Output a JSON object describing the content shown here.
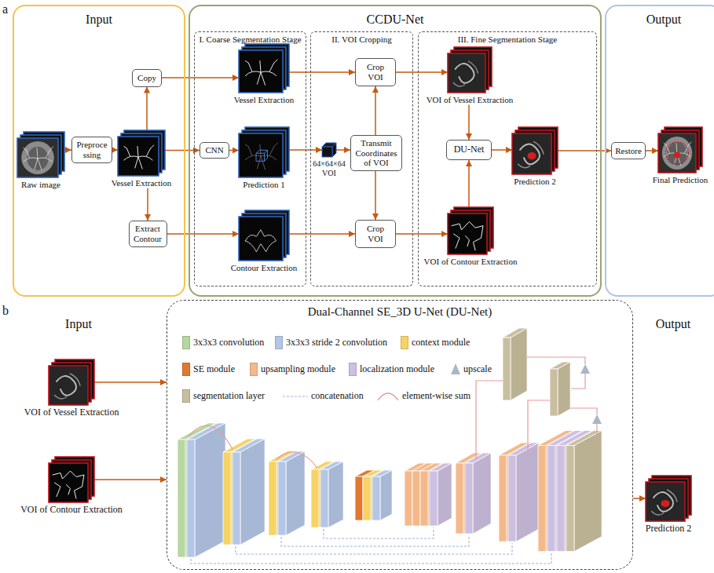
{
  "diagram": {
    "nodes": [
      {
        "text": [
          "Input"
        ]
      },
      {
        "text": [
          "CCDU-Net"
        ]
      },
      {
        "text": [
          "Output"
        ]
      },
      {
        "text": [
          "I. Coarse Segmentation Stage"
        ],
        "in": 1
      },
      {
        "text": [
          "II. VOI Cropping"
        ],
        "in": 1
      },
      {
        "text": [
          "III. Fine Segmentation Stage"
        ],
        "in": 1
      },
      {
        "text": [
          "Raw image"
        ],
        "in": 0
      },
      {
        "text": [
          "Preproce ssing"
        ],
        "in": 0
      },
      {
        "text": [
          "Copy"
        ],
        "in": 0
      },
      {
        "text": [
          "Vessel Extraction"
        ],
        "in": 0
      },
      {
        "text": [
          "Extract Contour"
        ],
        "in": 0
      },
      {
        "text": [
          "Vessel Extraction"
        ],
        "in": 3
      },
      {
        "text": [
          "CNN"
        ],
        "in": 3
      },
      {
        "text": [
          "Prediction 1"
        ],
        "in": 3
      },
      {
        "text": [
          "Contour Extraction"
        ],
        "in": 3
      },
      {
        "text": [
          "64×64×64 VOI"
        ],
        "in": 4
      },
      {
        "text": [
          "Crop VOI"
        ],
        "in": 4
      },
      {
        "text": [
          "Transmit Coordinates of VOI"
        ],
        "in": 4
      },
      {
        "text": [
          "Crop VOI"
        ],
        "in": 4
      },
      {
        "text": [
          "VOI of Vessel Extraction"
        ],
        "in": 5
      },
      {
        "text": [
          "DU-Net"
        ],
        "in": 5
      },
      {
        "text": [
          "Prediction 2"
        ],
        "in": 5
      },
      {
        "text": [
          "VOI of Contour Extraction"
        ],
        "in": 5
      },
      {
        "text": [
          "Restore"
        ],
        "in": 2
      },
      {
        "text": [
          "Final Prediction"
        ],
        "in": 2
      },
      {
        "text": [
          "Dual-Channel SE_3D U-Net (DU-Net)"
        ]
      },
      {
        "text": [
          "VOI of Vessel Extraction"
        ]
      },
      {
        "text": [
          "VOI of Contour Extraction"
        ]
      },
      {
        "text": [
          "Prediction 2"
        ]
      }
    ],
    "edges": [
      {
        "from": 6,
        "to": 7,
        "arrow": "to"
      },
      {
        "from": 7,
        "to": 9,
        "arrow": "to"
      },
      {
        "from": 9,
        "to": 8,
        "arrow": "to"
      },
      {
        "from": 9,
        "to": 10,
        "arrow": "to"
      },
      {
        "from": 9,
        "to": 12,
        "arrow": "to"
      },
      {
        "from": 8,
        "to": 11,
        "arrow": "to"
      },
      {
        "from": 12,
        "to": 13,
        "arrow": "to"
      },
      {
        "from": 10,
        "to": 14,
        "arrow": "to"
      },
      {
        "from": 13,
        "to": 15,
        "arrow": "to"
      },
      {
        "from": 15,
        "to": 17,
        "arrow": "to"
      },
      {
        "from": 11,
        "to": 16,
        "arrow": "to"
      },
      {
        "from": 17,
        "to": 16,
        "arrow": "to"
      },
      {
        "from": 17,
        "to": 18,
        "arrow": "to"
      },
      {
        "from": 14,
        "to": 18,
        "arrow": "to"
      },
      {
        "from": 16,
        "to": 19,
        "arrow": "to"
      },
      {
        "from": 18,
        "to": 22,
        "arrow": "to"
      },
      {
        "from": 19,
        "to": 20,
        "arrow": "to"
      },
      {
        "from": 22,
        "to": 20,
        "arrow": "to"
      },
      {
        "from": 20,
        "to": 21,
        "arrow": "to"
      },
      {
        "from": 21,
        "to": 23,
        "arrow": "to"
      },
      {
        "from": 23,
        "to": 24,
        "arrow": "to"
      },
      {
        "from": 26,
        "to": 25,
        "arrow": "to"
      },
      {
        "from": 27,
        "to": 25,
        "arrow": "to"
      },
      {
        "from": 25,
        "to": 28,
        "arrow": "to"
      }
    ],
    "labels": [
      "a",
      "b",
      "Input",
      "Output"
    ],
    "legend": [
      {
        "text": "3x3x3 convolution",
        "color": "#b6d7a0"
      },
      {
        "text": "3x3x3 stride 2 convolution",
        "color": "#b4c6e7"
      },
      {
        "text": "context module",
        "color": "#f6d365"
      },
      {
        "text": "SE module",
        "color": "#e2782f"
      },
      {
        "text": "upsampling module",
        "color": "#f4b98a"
      },
      {
        "text": "localization module",
        "color": "#cdbfe0"
      },
      {
        "text": "upscale"
      },
      {
        "text": "segmentation layer",
        "color": "#c9bf9f"
      },
      {
        "text": "concatenation"
      },
      {
        "text": "element-wise sum"
      }
    ]
  }
}
